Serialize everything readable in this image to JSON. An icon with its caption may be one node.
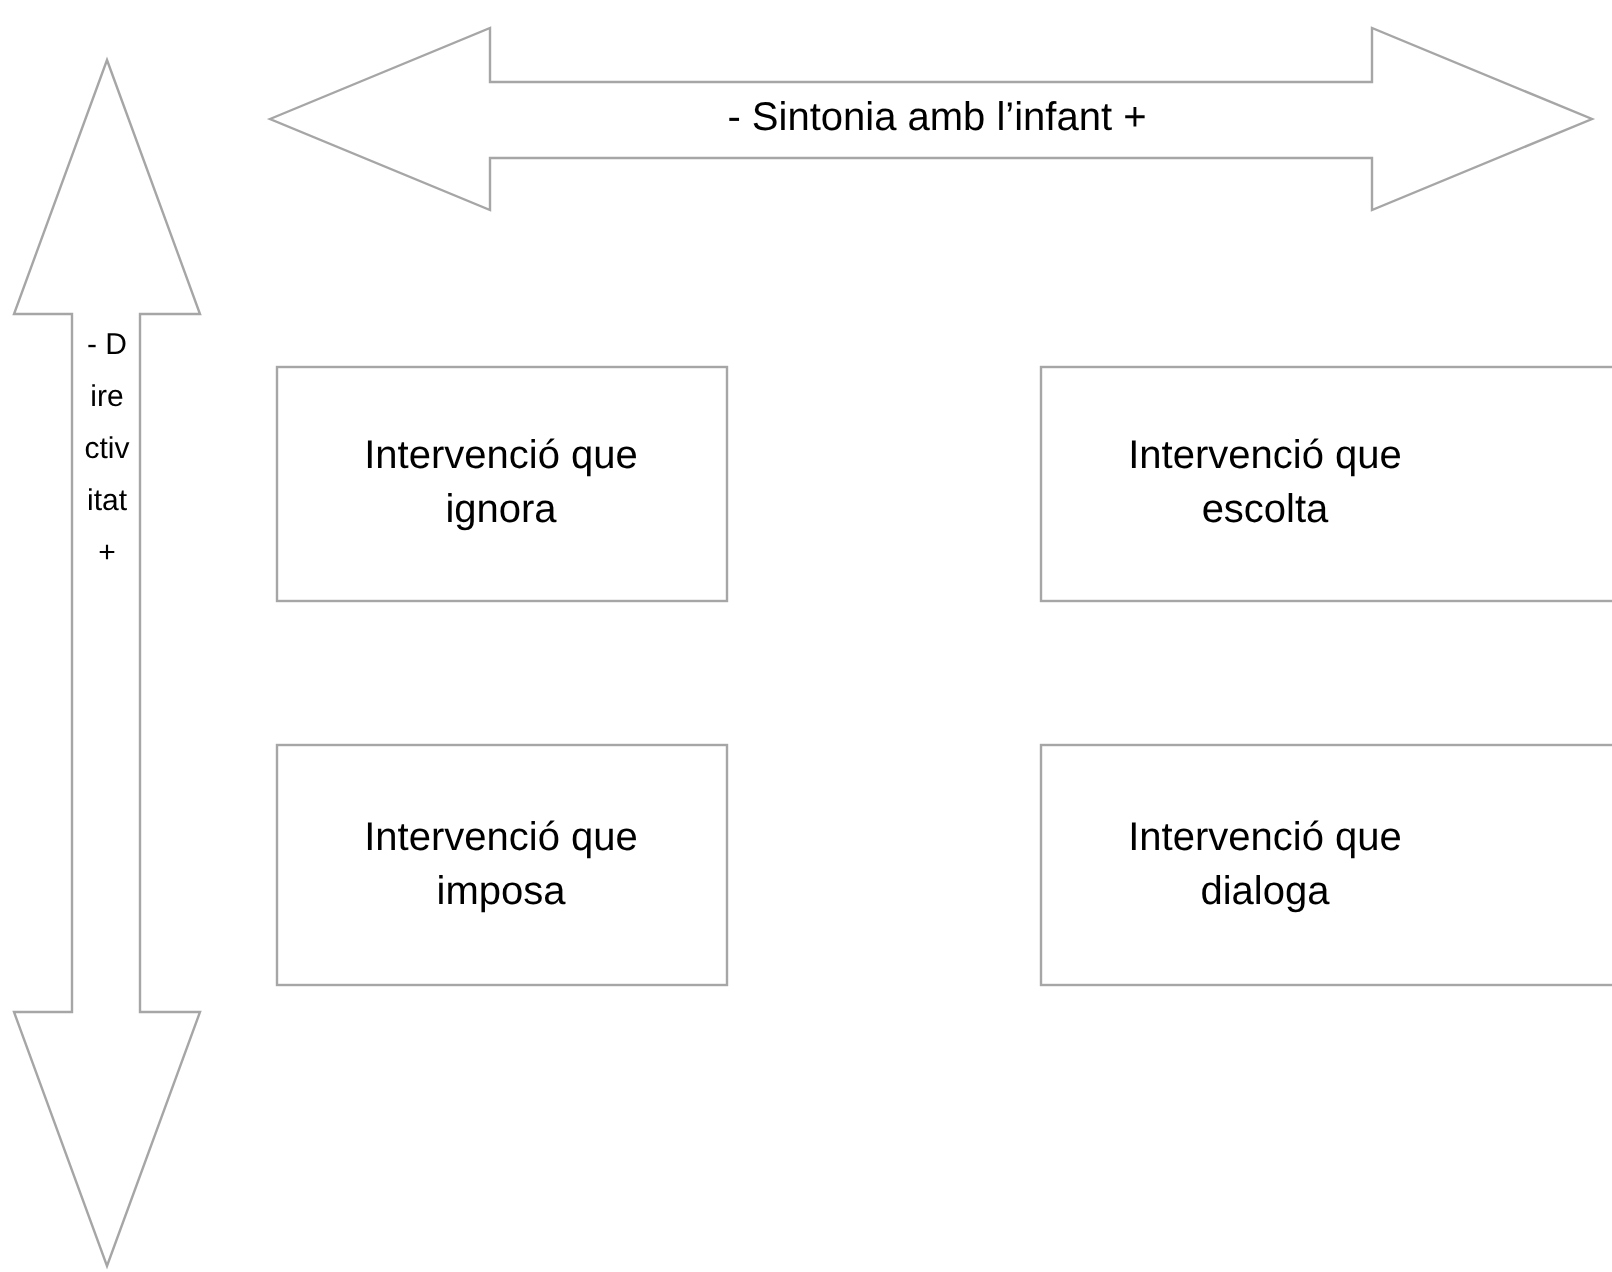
{
  "diagram": {
    "nodes": [
      {
        "text": [
          "- Sintonia amb l’infant +"
        ]
      },
      {
        "text": [
          "- Directivitat +"
        ]
      },
      {
        "text": [
          "Intervenció que ignora"
        ]
      },
      {
        "text": [
          "Intervenció que escolta"
        ]
      },
      {
        "text": [
          "Intervenció que imposa"
        ]
      },
      {
        "text": [
          "Intervenció que dialoga"
        ]
      }
    ]
  }
}
